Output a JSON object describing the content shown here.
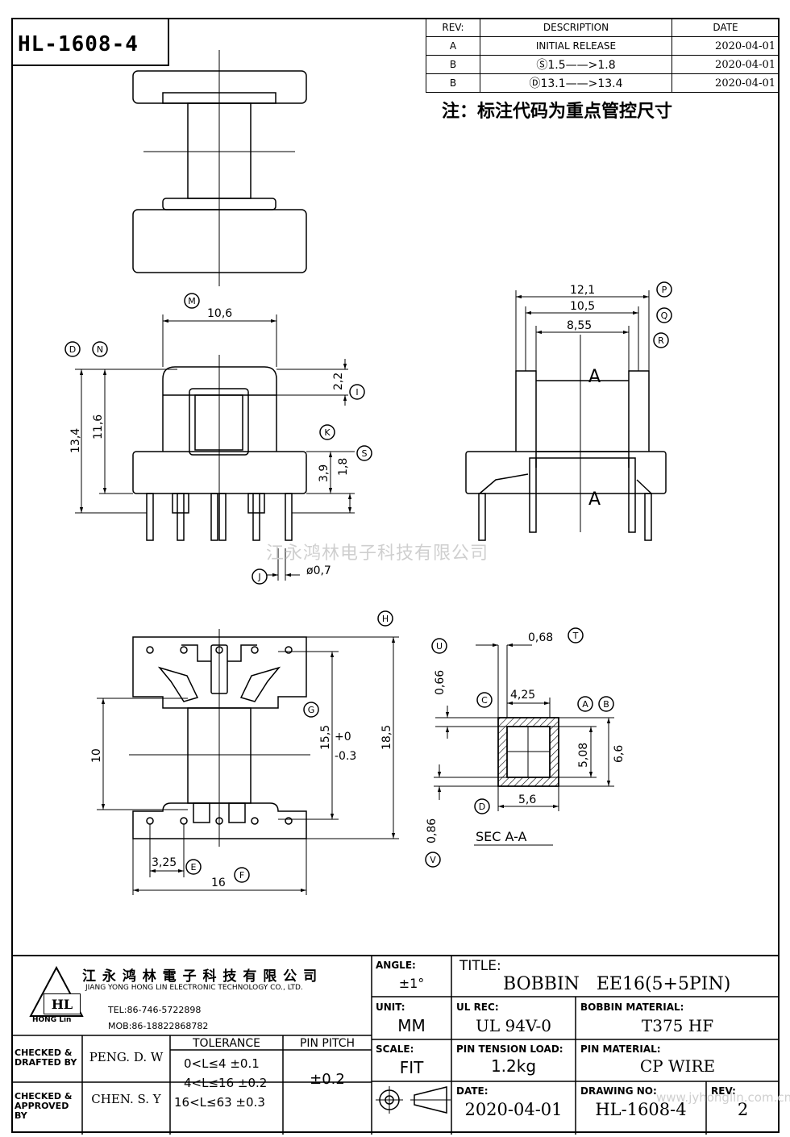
{
  "part_number": "HL-1608-4",
  "revisions": {
    "headers": [
      "REV:",
      "DESCRIPTION",
      "DATE"
    ],
    "rows": [
      {
        "rev": "A",
        "desc": "INITIAL RELEASE",
        "date": "2020-04-01"
      },
      {
        "rev": "B",
        "desc": "Ⓢ1.5——>1.8",
        "date": "2020-04-01"
      },
      {
        "rev": "B",
        "desc": "Ⓓ13.1——>13.4",
        "date": "2020-04-01"
      }
    ]
  },
  "note": "注：标注代码为重点管控尺寸",
  "watermark": "江永鸿林电子科技有限公司",
  "dims": {
    "d10_6": "10,6",
    "d13_4": "13,4",
    "d11_6": "11,6",
    "d2_2": "2,2",
    "d3_9": "3,9",
    "d1_8": "1,8",
    "d0_7": "ø0,7",
    "d12_1": "12,1",
    "d10_5": "10,5",
    "d8_55": "8,55",
    "secA1": "A",
    "secA2": "A",
    "d10": "10",
    "d15_5": "15,5",
    "tol_p": "+0",
    "tol_m": "-0.3",
    "d18_5": "18,5",
    "d3_25": "3,25",
    "d16": "16",
    "d0_68": "0,68",
    "d0_66": "0,66",
    "d4_25": "4,25",
    "d5_08": "5,08",
    "d6_6": "6,6",
    "d5_6": "5,6",
    "d0_86": "0,86",
    "sec_label": "SEC A-A"
  },
  "balloons": {
    "M": "M",
    "D": "D",
    "N": "N",
    "I": "I",
    "K": "K",
    "S": "S",
    "J": "J",
    "P": "P",
    "Q": "Q",
    "R": "R",
    "H": "H",
    "G": "G",
    "E": "E",
    "F": "F",
    "T": "T",
    "U": "U",
    "C": "C",
    "A": "A",
    "B": "B",
    "D2": "D",
    "V": "V"
  },
  "title_block": {
    "company_cn": "江 永 鸿 林 電 子 科 技 有 限 公 司",
    "company_en": "JIANG YONG HONG LIN ELECTRONIC TECHNOLOGY CO., LTD.",
    "tel": "TEL:86-746-5722898",
    "mob": "MOB:86-18822868782",
    "logo_text": "HL",
    "logo_sub": "HONG Lin",
    "angle_label": "ANGLE:",
    "angle_value": "±1°",
    "title_label": "TITLE:",
    "title_value": "BOBBIN   EE16(5+5PIN)",
    "unit_label": "UNIT:",
    "unit_value": "MM",
    "ul_label": "UL REC:",
    "ul_value": "UL 94V-0",
    "bobbin_mat_label": "BOBBIN MATERIAL:",
    "bobbin_mat_value": "T375 HF",
    "checked_drafted_label": "CHECKED & DRAFTED BY",
    "checked_drafted_value": "PENG. D. W",
    "checked_approved_label": "CHECKED & APPROVED BY",
    "checked_approved_value": "CHEN. S. Y",
    "tolerance_label": "TOLERANCE",
    "tolerance_rows": [
      "0<L≤4   ±0.1",
      "4<L≤16 ±0.2",
      "16<L≤63 ±0.3"
    ],
    "pin_pitch_label": "PIN PITCH",
    "pin_pitch_value": "±0.2",
    "scale_label": "SCALE:",
    "scale_value": "FIT",
    "pin_tension_label": "PIN TENSION LOAD:",
    "pin_tension_value": "1.2kg",
    "pin_mat_label": "PIN MATERIAL:",
    "pin_mat_value": "CP WIRE",
    "date_label": "DATE:",
    "date_value": "2020-04-01",
    "drawing_no_label": "DRAWING NO:",
    "drawing_no_value": "HL-1608-4",
    "rev_label": "REV:",
    "rev_value": "2",
    "website": "www.jyhonglin.com.cn"
  }
}
